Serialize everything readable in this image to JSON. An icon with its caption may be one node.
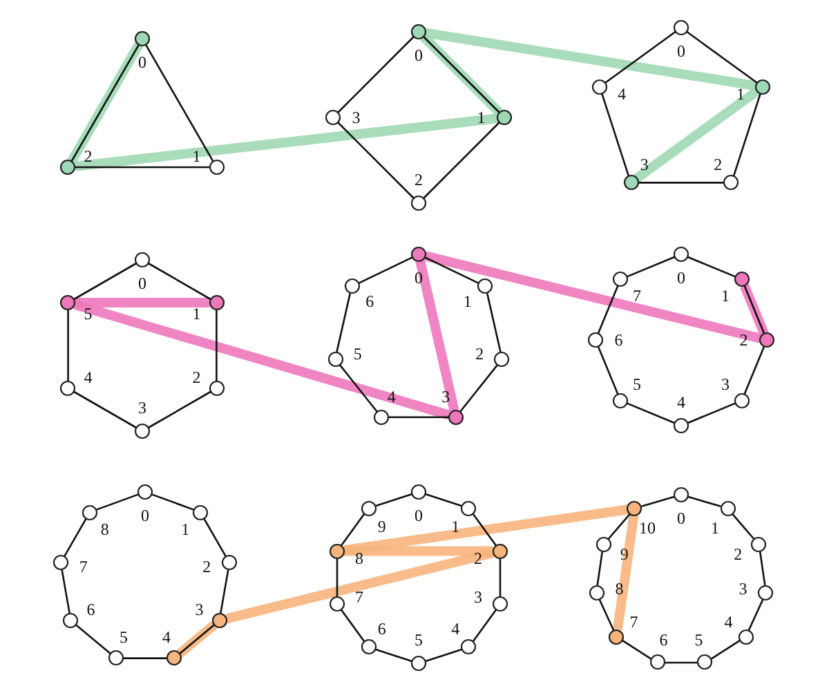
{
  "diagram": {
    "nodes": [
      {
        "text": [],
        "shape": "circle",
        "beside": [
          "0"
        ]
      },
      {
        "text": [],
        "shape": "circle",
        "beside": [
          "1"
        ]
      },
      {
        "text": [],
        "shape": "circle",
        "beside": [
          "2"
        ]
      },
      {
        "text": [],
        "shape": "circle",
        "beside": [
          "0"
        ]
      },
      {
        "text": [],
        "shape": "circle",
        "beside": [
          "1"
        ]
      },
      {
        "text": [],
        "shape": "circle",
        "beside": [
          "2"
        ]
      },
      {
        "text": [],
        "shape": "circle",
        "beside": [
          "3"
        ]
      },
      {
        "text": [],
        "shape": "circle",
        "beside": [
          "0"
        ]
      },
      {
        "text": [],
        "shape": "circle",
        "beside": [
          "1"
        ]
      },
      {
        "text": [],
        "shape": "circle",
        "beside": [
          "2"
        ]
      },
      {
        "text": [],
        "shape": "circle",
        "beside": [
          "3"
        ]
      },
      {
        "text": [],
        "shape": "circle",
        "beside": [
          "4"
        ]
      },
      {
        "text": [],
        "shape": "circle",
        "beside": [
          "0"
        ]
      },
      {
        "text": [],
        "shape": "circle",
        "beside": [
          "1"
        ]
      },
      {
        "text": [],
        "shape": "circle",
        "beside": [
          "2"
        ]
      },
      {
        "text": [],
        "shape": "circle",
        "beside": [
          "3"
        ]
      },
      {
        "text": [],
        "shape": "circle",
        "beside": [
          "4"
        ]
      },
      {
        "text": [],
        "shape": "circle",
        "beside": [
          "5"
        ]
      },
      {
        "text": [],
        "shape": "circle",
        "beside": [
          "0"
        ]
      },
      {
        "text": [],
        "shape": "circle",
        "beside": [
          "1"
        ]
      },
      {
        "text": [],
        "shape": "circle",
        "beside": [
          "2"
        ]
      },
      {
        "text": [],
        "shape": "circle",
        "beside": [
          "3"
        ]
      },
      {
        "text": [],
        "shape": "circle",
        "beside": [
          "4"
        ]
      },
      {
        "text": [],
        "shape": "circle",
        "beside": [
          "5"
        ]
      },
      {
        "text": [],
        "shape": "circle",
        "beside": [
          "6"
        ]
      },
      {
        "text": [],
        "shape": "circle",
        "beside": [
          "0"
        ]
      },
      {
        "text": [],
        "shape": "circle",
        "beside": [
          "1"
        ]
      },
      {
        "text": [],
        "shape": "circle",
        "beside": [
          "2"
        ]
      },
      {
        "text": [],
        "shape": "circle",
        "beside": [
          "3"
        ]
      },
      {
        "text": [],
        "shape": "circle",
        "beside": [
          "4"
        ]
      },
      {
        "text": [],
        "shape": "circle",
        "beside": [
          "5"
        ]
      },
      {
        "text": [],
        "shape": "circle",
        "beside": [
          "6"
        ]
      },
      {
        "text": [],
        "shape": "circle",
        "beside": [
          "7"
        ]
      },
      {
        "text": [],
        "shape": "circle",
        "beside": [
          "0"
        ]
      },
      {
        "text": [],
        "shape": "circle",
        "beside": [
          "1"
        ]
      },
      {
        "text": [],
        "shape": "circle",
        "beside": [
          "2"
        ]
      },
      {
        "text": [],
        "shape": "circle",
        "beside": [
          "3"
        ]
      },
      {
        "text": [],
        "shape": "circle",
        "beside": [
          "4"
        ]
      },
      {
        "text": [],
        "shape": "circle",
        "beside": [
          "5"
        ]
      },
      {
        "text": [],
        "shape": "circle",
        "beside": [
          "6"
        ]
      },
      {
        "text": [],
        "shape": "circle",
        "beside": [
          "7"
        ]
      },
      {
        "text": [],
        "shape": "circle",
        "beside": [
          "8"
        ]
      },
      {
        "text": [],
        "shape": "circle",
        "beside": [
          "0"
        ]
      },
      {
        "text": [],
        "shape": "circle",
        "beside": [
          "1"
        ]
      },
      {
        "text": [],
        "shape": "circle",
        "beside": [
          "2"
        ]
      },
      {
        "text": [],
        "shape": "circle",
        "beside": [
          "3"
        ]
      },
      {
        "text": [],
        "shape": "circle",
        "beside": [
          "4"
        ]
      },
      {
        "text": [],
        "shape": "circle",
        "beside": [
          "5"
        ]
      },
      {
        "text": [],
        "shape": "circle",
        "beside": [
          "6"
        ]
      },
      {
        "text": [],
        "shape": "circle",
        "beside": [
          "7"
        ]
      },
      {
        "text": [],
        "shape": "circle",
        "beside": [
          "8"
        ]
      },
      {
        "text": [],
        "shape": "circle",
        "beside": [
          "9"
        ]
      },
      {
        "text": [],
        "shape": "circle",
        "beside": [
          "0"
        ]
      },
      {
        "text": [],
        "shape": "circle",
        "beside": [
          "1"
        ]
      },
      {
        "text": [],
        "shape": "circle",
        "beside": [
          "2"
        ]
      },
      {
        "text": [],
        "shape": "circle",
        "beside": [
          "3"
        ]
      },
      {
        "text": [],
        "shape": "circle",
        "beside": [
          "4"
        ]
      },
      {
        "text": [],
        "shape": "circle",
        "beside": [
          "5"
        ]
      },
      {
        "text": [],
        "shape": "circle",
        "beside": [
          "6"
        ]
      },
      {
        "text": [],
        "shape": "circle",
        "beside": [
          "7"
        ]
      },
      {
        "text": [],
        "shape": "circle",
        "beside": [
          "8"
        ]
      },
      {
        "text": [],
        "shape": "circle",
        "beside": [
          "9"
        ]
      },
      {
        "text": [],
        "shape": "circle",
        "beside": [
          "10"
        ]
      }
    ],
    "edges": [
      {
        "from": 0,
        "to": 1,
        "arrow": "none"
      },
      {
        "from": 1,
        "to": 2,
        "arrow": "none"
      },
      {
        "from": 2,
        "to": 0,
        "arrow": "none"
      },
      {
        "from": 3,
        "to": 4,
        "arrow": "none"
      },
      {
        "from": 4,
        "to": 5,
        "arrow": "none"
      },
      {
        "from": 5,
        "to": 6,
        "arrow": "none"
      },
      {
        "from": 6,
        "to": 3,
        "arrow": "none"
      },
      {
        "from": 7,
        "to": 8,
        "arrow": "none"
      },
      {
        "from": 8,
        "to": 9,
        "arrow": "none"
      },
      {
        "from": 9,
        "to": 10,
        "arrow": "none"
      },
      {
        "from": 10,
        "to": 11,
        "arrow": "none"
      },
      {
        "from": 11,
        "to": 7,
        "arrow": "none"
      },
      {
        "from": 12,
        "to": 13,
        "arrow": "none"
      },
      {
        "from": 13,
        "to": 14,
        "arrow": "none"
      },
      {
        "from": 14,
        "to": 15,
        "arrow": "none"
      },
      {
        "from": 15,
        "to": 16,
        "arrow": "none"
      },
      {
        "from": 16,
        "to": 17,
        "arrow": "none"
      },
      {
        "from": 17,
        "to": 12,
        "arrow": "none"
      },
      {
        "from": 18,
        "to": 19,
        "arrow": "none"
      },
      {
        "from": 19,
        "to": 20,
        "arrow": "none"
      },
      {
        "from": 20,
        "to": 21,
        "arrow": "none"
      },
      {
        "from": 21,
        "to": 22,
        "arrow": "none"
      },
      {
        "from": 22,
        "to": 23,
        "arrow": "none"
      },
      {
        "from": 23,
        "to": 24,
        "arrow": "none"
      },
      {
        "from": 24,
        "to": 18,
        "arrow": "none"
      },
      {
        "from": 25,
        "to": 26,
        "arrow": "none"
      },
      {
        "from": 26,
        "to": 27,
        "arrow": "none"
      },
      {
        "from": 27,
        "to": 28,
        "arrow": "none"
      },
      {
        "from": 28,
        "to": 29,
        "arrow": "none"
      },
      {
        "from": 29,
        "to": 30,
        "arrow": "none"
      },
      {
        "from": 30,
        "to": 31,
        "arrow": "none"
      },
      {
        "from": 31,
        "to": 32,
        "arrow": "none"
      },
      {
        "from": 32,
        "to": 25,
        "arrow": "none"
      },
      {
        "from": 33,
        "to": 34,
        "arrow": "none"
      },
      {
        "from": 34,
        "to": 35,
        "arrow": "none"
      },
      {
        "from": 35,
        "to": 36,
        "arrow": "none"
      },
      {
        "from": 36,
        "to": 37,
        "arrow": "none"
      },
      {
        "from": 37,
        "to": 38,
        "arrow": "none"
      },
      {
        "from": 38,
        "to": 39,
        "arrow": "none"
      },
      {
        "from": 39,
        "to": 40,
        "arrow": "none"
      },
      {
        "from": 40,
        "to": 41,
        "arrow": "none"
      },
      {
        "from": 41,
        "to": 33,
        "arrow": "none"
      },
      {
        "from": 42,
        "to": 43,
        "arrow": "none"
      },
      {
        "from": 43,
        "to": 44,
        "arrow": "none"
      },
      {
        "from": 44,
        "to": 45,
        "arrow": "none"
      },
      {
        "from": 45,
        "to": 46,
        "arrow": "none"
      },
      {
        "from": 46,
        "to": 47,
        "arrow": "none"
      },
      {
        "from": 47,
        "to": 48,
        "arrow": "none"
      },
      {
        "from": 48,
        "to": 49,
        "arrow": "none"
      },
      {
        "from": 49,
        "to": 50,
        "arrow": "none"
      },
      {
        "from": 50,
        "to": 51,
        "arrow": "none"
      },
      {
        "from": 51,
        "to": 42,
        "arrow": "none"
      },
      {
        "from": 52,
        "to": 53,
        "arrow": "none"
      },
      {
        "from": 53,
        "to": 54,
        "arrow": "none"
      },
      {
        "from": 54,
        "to": 55,
        "arrow": "none"
      },
      {
        "from": 55,
        "to": 56,
        "arrow": "none"
      },
      {
        "from": 56,
        "to": 57,
        "arrow": "none"
      },
      {
        "from": 57,
        "to": 58,
        "arrow": "none"
      },
      {
        "from": 58,
        "to": 59,
        "arrow": "none"
      },
      {
        "from": 59,
        "to": 60,
        "arrow": "none"
      },
      {
        "from": 60,
        "to": 61,
        "arrow": "none"
      },
      {
        "from": 61,
        "to": 62,
        "arrow": "none"
      },
      {
        "from": 62,
        "to": 52,
        "arrow": "none"
      },
      {
        "from": 0,
        "to": 2,
        "arrow": "none",
        "style": "thick",
        "color": "#9fd8b4"
      },
      {
        "from": 2,
        "to": 4,
        "arrow": "none",
        "style": "thick",
        "color": "#9fd8b4"
      },
      {
        "from": 4,
        "to": 3,
        "arrow": "none",
        "style": "thick",
        "color": "#9fd8b4"
      },
      {
        "from": 3,
        "to": 8,
        "arrow": "none",
        "style": "thick",
        "color": "#9fd8b4"
      },
      {
        "from": 8,
        "to": 10,
        "arrow": "none",
        "style": "thick",
        "color": "#9fd8b4"
      },
      {
        "from": 17,
        "to": 13,
        "arrow": "none",
        "style": "thick",
        "color": "#ee78bc"
      },
      {
        "from": 17,
        "to": 21,
        "arrow": "none",
        "style": "thick",
        "color": "#ee78bc"
      },
      {
        "from": 21,
        "to": 18,
        "arrow": "none",
        "style": "thick",
        "color": "#ee78bc"
      },
      {
        "from": 18,
        "to": 27,
        "arrow": "none",
        "style": "thick",
        "color": "#ee78bc"
      },
      {
        "from": 27,
        "to": 26,
        "arrow": "none",
        "style": "thick",
        "color": "#ee78bc"
      },
      {
        "from": 37,
        "to": 36,
        "arrow": "none",
        "style": "thick",
        "color": "#f7b47c"
      },
      {
        "from": 36,
        "to": 44,
        "arrow": "none",
        "style": "thick",
        "color": "#f7b47c"
      },
      {
        "from": 44,
        "to": 50,
        "arrow": "none",
        "style": "thick",
        "color": "#f7b47c"
      },
      {
        "from": 50,
        "to": 62,
        "arrow": "none",
        "style": "thick",
        "color": "#f7b47c"
      },
      {
        "from": 62,
        "to": 59,
        "arrow": "none",
        "style": "thick",
        "color": "#f7b47c"
      }
    ]
  }
}
